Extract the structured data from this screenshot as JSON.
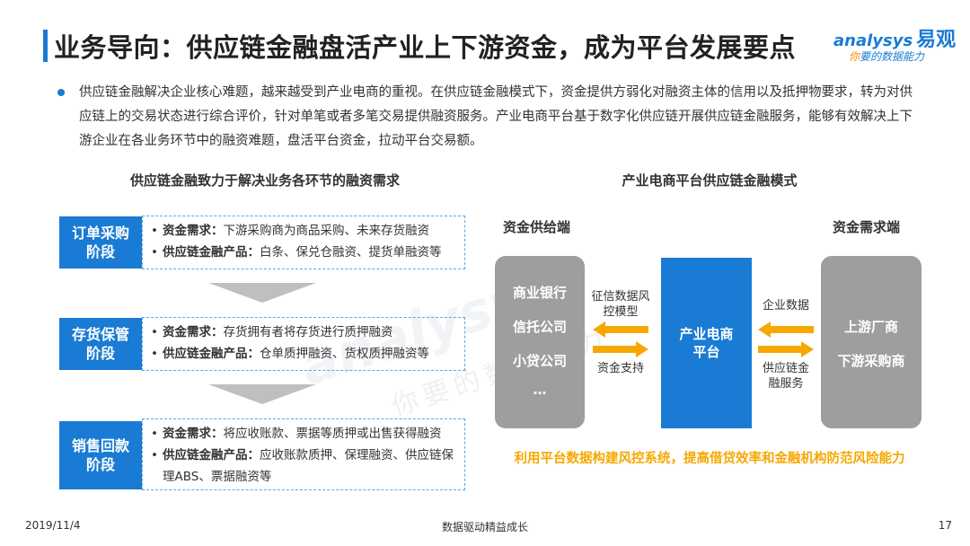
{
  "title": "业务导向：供应链金融盘活产业上下游资金，成为平台发展要点",
  "logo": {
    "en": "analysys",
    "cn": "易观",
    "tagline_first": "你",
    "tagline_rest": "要的数据能力"
  },
  "intro": "供应链金融解决企业核心难题，越来越受到产业电商的重视。在供应链金融模式下，资金提供方弱化对融资主体的信用以及抵押物要求，转为对供应链上的交易状态进行综合评价，针对单笔或者多笔交易提供融资服务。产业电商平台基于数字化供应链开展供应链金融服务，能够有效解决上下游企业在各业务环节中的融资难题，盘活平台资金，拉动平台交易额。",
  "left": {
    "heading": "供应链金融致力于解决业务各环节的融资需求",
    "stages": [
      {
        "label": "订单采购阶段",
        "need_key": "资金需求：",
        "need_val": "下游采购商为商品采购、未来存货融资",
        "product_key": "供应链金融产品：",
        "product_val": "白条、保兑仓融资、提货单融资等"
      },
      {
        "label": "存货保管阶段",
        "need_key": "资金需求：",
        "need_val": "存货拥有者将存货进行质押融资",
        "product_key": "供应链金融产品：",
        "product_val": "仓单质押融资、货权质押融资等"
      },
      {
        "label": "销售回款阶段",
        "need_key": "资金需求：",
        "need_val": "将应收账款、票据等质押或出售获得融资",
        "product_key": "供应链金融产品：",
        "product_val": "应收账款质押、保理融资、供应链保理ABS、票据融资等"
      }
    ]
  },
  "right": {
    "heading": "产业电商平台供应链金融模式",
    "supply_label": "资金供给端",
    "demand_label": "资金需求端",
    "supply_items": [
      "商业银行",
      "信托公司",
      "小贷公司",
      "…"
    ],
    "center": "产业电商平台",
    "demand_items": [
      "上游厂商",
      "下游采购商"
    ],
    "left_arrow_top_label": "征信数据风控模型",
    "left_arrow_bottom_label": "资金支持",
    "right_arrow_top_label": "企业数据",
    "right_arrow_bottom_label": "供应链金融服务",
    "note": "利用平台数据构建风控系统，提高借贷效率和金融机构防范风险能力",
    "arrow_color": "#f6a800"
  },
  "watermark": {
    "en": "analysys",
    "cn": "你要的数据能力"
  },
  "footer": {
    "date": "2019/11/4",
    "slogan": "数据驱动精益成长",
    "page": "17"
  },
  "colors": {
    "accent": "#1a7bd4",
    "gray": "#9e9e9e",
    "orange": "#f6a800"
  }
}
